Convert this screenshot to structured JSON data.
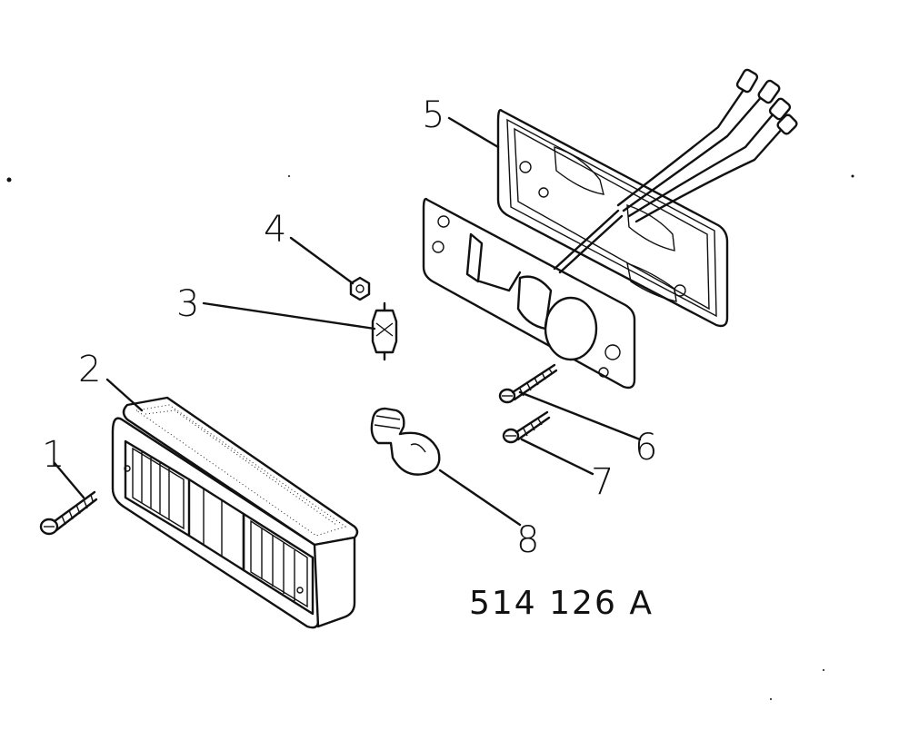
{
  "figure": {
    "reference": "514 126 A"
  },
  "callouts": [
    {
      "id": "1",
      "label": "1"
    },
    {
      "id": "2",
      "label": "2"
    },
    {
      "id": "3",
      "label": "3"
    },
    {
      "id": "4",
      "label": "4"
    },
    {
      "id": "5",
      "label": "5"
    },
    {
      "id": "6",
      "label": "6"
    },
    {
      "id": "7",
      "label": "7"
    },
    {
      "id": "8",
      "label": "8"
    }
  ],
  "parts": [
    {
      "callout": "1",
      "icon": "screw-icon"
    },
    {
      "callout": "2",
      "icon": "lamp-lens-icon"
    },
    {
      "callout": "3",
      "icon": "festoon-bulb-icon"
    },
    {
      "callout": "4",
      "icon": "nut-icon"
    },
    {
      "callout": "5",
      "icon": "lamp-base-with-harness-icon"
    },
    {
      "callout": "6",
      "icon": "screw-icon"
    },
    {
      "callout": "7",
      "icon": "screw-icon"
    },
    {
      "callout": "8",
      "icon": "bulb-icon"
    }
  ]
}
